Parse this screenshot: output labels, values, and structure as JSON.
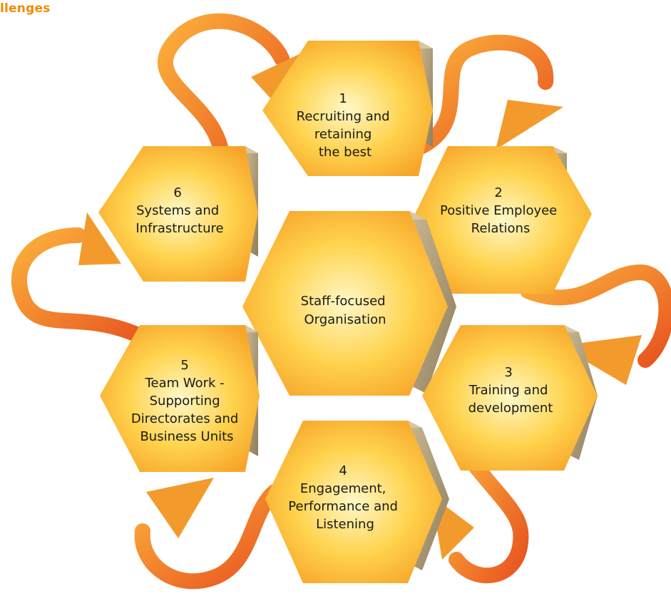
{
  "header": {
    "title": "llenges"
  },
  "diagram": {
    "center": {
      "lines": [
        "Staff-focused",
        "Organisation"
      ]
    },
    "items": [
      {
        "number": "1",
        "lines": [
          "Recruiting and",
          "retaining",
          "the best"
        ]
      },
      {
        "number": "2",
        "lines": [
          "Positive Employee",
          "Relations"
        ]
      },
      {
        "number": "3",
        "lines": [
          "Training and",
          "development"
        ]
      },
      {
        "number": "4",
        "lines": [
          "Engagement,",
          "Performance and",
          "Listening"
        ]
      },
      {
        "number": "5",
        "lines": [
          "Team Work -",
          "Supporting",
          "Directorates and",
          "Business Units"
        ]
      },
      {
        "number": "6",
        "lines": [
          "Systems and",
          "Infrastructure"
        ]
      }
    ],
    "colors": {
      "hex_center": "#fff8c8",
      "hex_mid": "#ffd34d",
      "hex_edge": "#f7a52a",
      "hex_side": "#b3a27f",
      "arrow_light": "#fbb03b",
      "arrow_dark": "#e8531f",
      "text": "#1a1a1a",
      "header": "#f08a00"
    }
  }
}
